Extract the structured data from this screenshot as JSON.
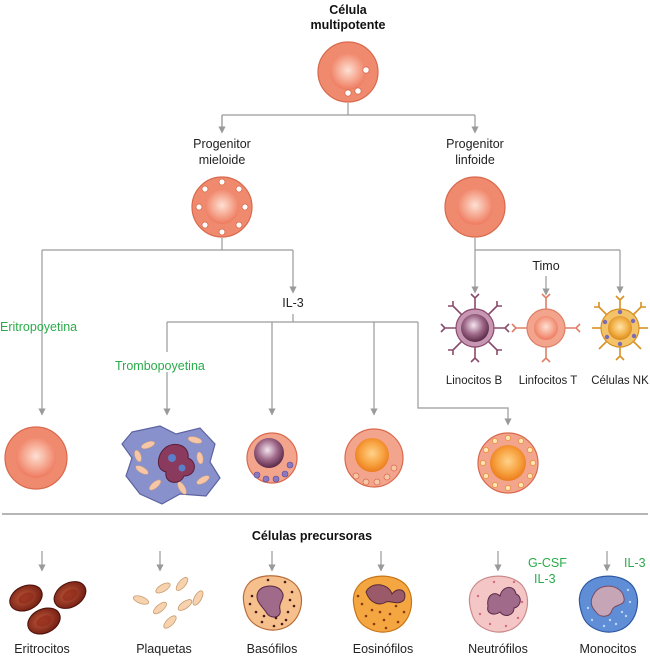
{
  "title": {
    "line1": "Célula",
    "line2": "multipotente"
  },
  "branches": {
    "myeloid": {
      "line1": "Progenitor",
      "line2": "mieloide"
    },
    "lymphoid": {
      "line1": "Progenitor",
      "line2": "linfoide"
    }
  },
  "factors": {
    "erythropoietin": "Eritropoyetina",
    "il3": "IL-3",
    "thrombopoietin": "Trombopoyetina",
    "thymus": "Timo",
    "neutrophil_factors": [
      "G-CSF",
      "IL-3"
    ],
    "monocyte_factor": "IL-3"
  },
  "lymphoid_cells": [
    "Linocitos B",
    "Linfocitos T",
    "Células NK"
  ],
  "precursors_heading": "Células precursoras",
  "mature_cells": [
    "Eritrocitos",
    "Plaquetas",
    "Basófilos",
    "Eosinófilos",
    "Neutrófilos",
    "Monocitos"
  ],
  "colors": {
    "cell_fill": "#f29479",
    "cell_inner": "#f7a793",
    "line": "#9a9a9a",
    "factor_text": "#2bab4a",
    "b_cell": "#8b4a6b",
    "nk_cell": "#e0a020",
    "megakaryocyte": "#7d86c6"
  }
}
